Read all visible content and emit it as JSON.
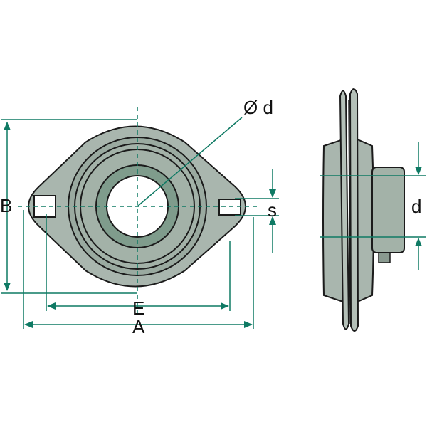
{
  "labels": {
    "diameter": "Ø d",
    "b": "B",
    "s": "s",
    "e": "E",
    "a": "A",
    "d": "d"
  },
  "colors": {
    "body": "#a9b6ae",
    "ring": "#98a89e",
    "inner_ring": "#7f9c8c",
    "stroke": "#1b1b1b",
    "dimension": "#0f7a64"
  }
}
